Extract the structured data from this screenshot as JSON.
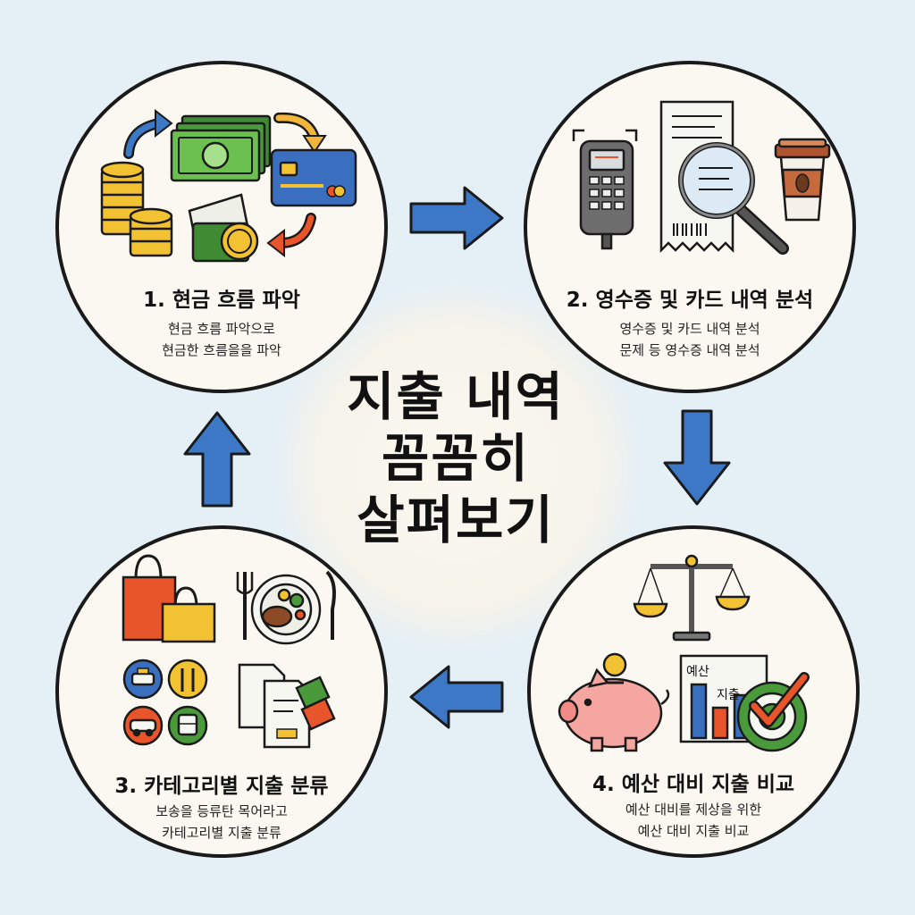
{
  "center": {
    "title_lines": [
      "지출 내역",
      "꼼꼼히",
      "살펴보기"
    ]
  },
  "stages": [
    {
      "title": "1. 현금 흐름 파악",
      "desc_lines": [
        "현금 흐름 파악으로",
        "현금한 흐름을을 파악"
      ],
      "icons": [
        "coin-stack-icon",
        "banknote-stack-icon",
        "credit-card-icon",
        "wallet-icon",
        "cycle-arrow-icon"
      ]
    },
    {
      "title": "2. 영수증 및 카드 내역 분석",
      "desc_lines": [
        "영수증 및 카드 내역 분석",
        "문제 등 영수증 내역 분석"
      ],
      "icons": [
        "card-terminal-icon",
        "receipt-icon",
        "magnifier-icon",
        "coffee-cup-icon"
      ]
    },
    {
      "title": "3. 카테고리별 지출 분류",
      "desc_lines": [
        "보송을 등류탄 목어라고",
        "카테고리별 지출 분류"
      ],
      "icons": [
        "shopping-bag-icon",
        "meal-plate-icon",
        "taxi-icon",
        "fork-knife-icon",
        "car-icon",
        "bus-icon",
        "tagged-documents-icon"
      ]
    },
    {
      "title": "4. 예산 대비 지출 비교",
      "desc_lines": [
        "예산 대비를 제상을 위한",
        "예산 대비 지출 비교"
      ],
      "icons": [
        "balance-scale-icon",
        "piggy-bank-icon",
        "bar-chart-icon",
        "target-check-icon"
      ],
      "chart_labels": [
        "예산",
        "지출"
      ]
    }
  ],
  "colors": {
    "arrow_blue": "#3d78c6",
    "background": "#e5eff6",
    "circle_fill": "#faf8f0",
    "coin_gold": "#f3c233",
    "cash_green": "#4a9a3c",
    "card_blue": "#3a6fbf",
    "accent_orange": "#e8552a"
  }
}
